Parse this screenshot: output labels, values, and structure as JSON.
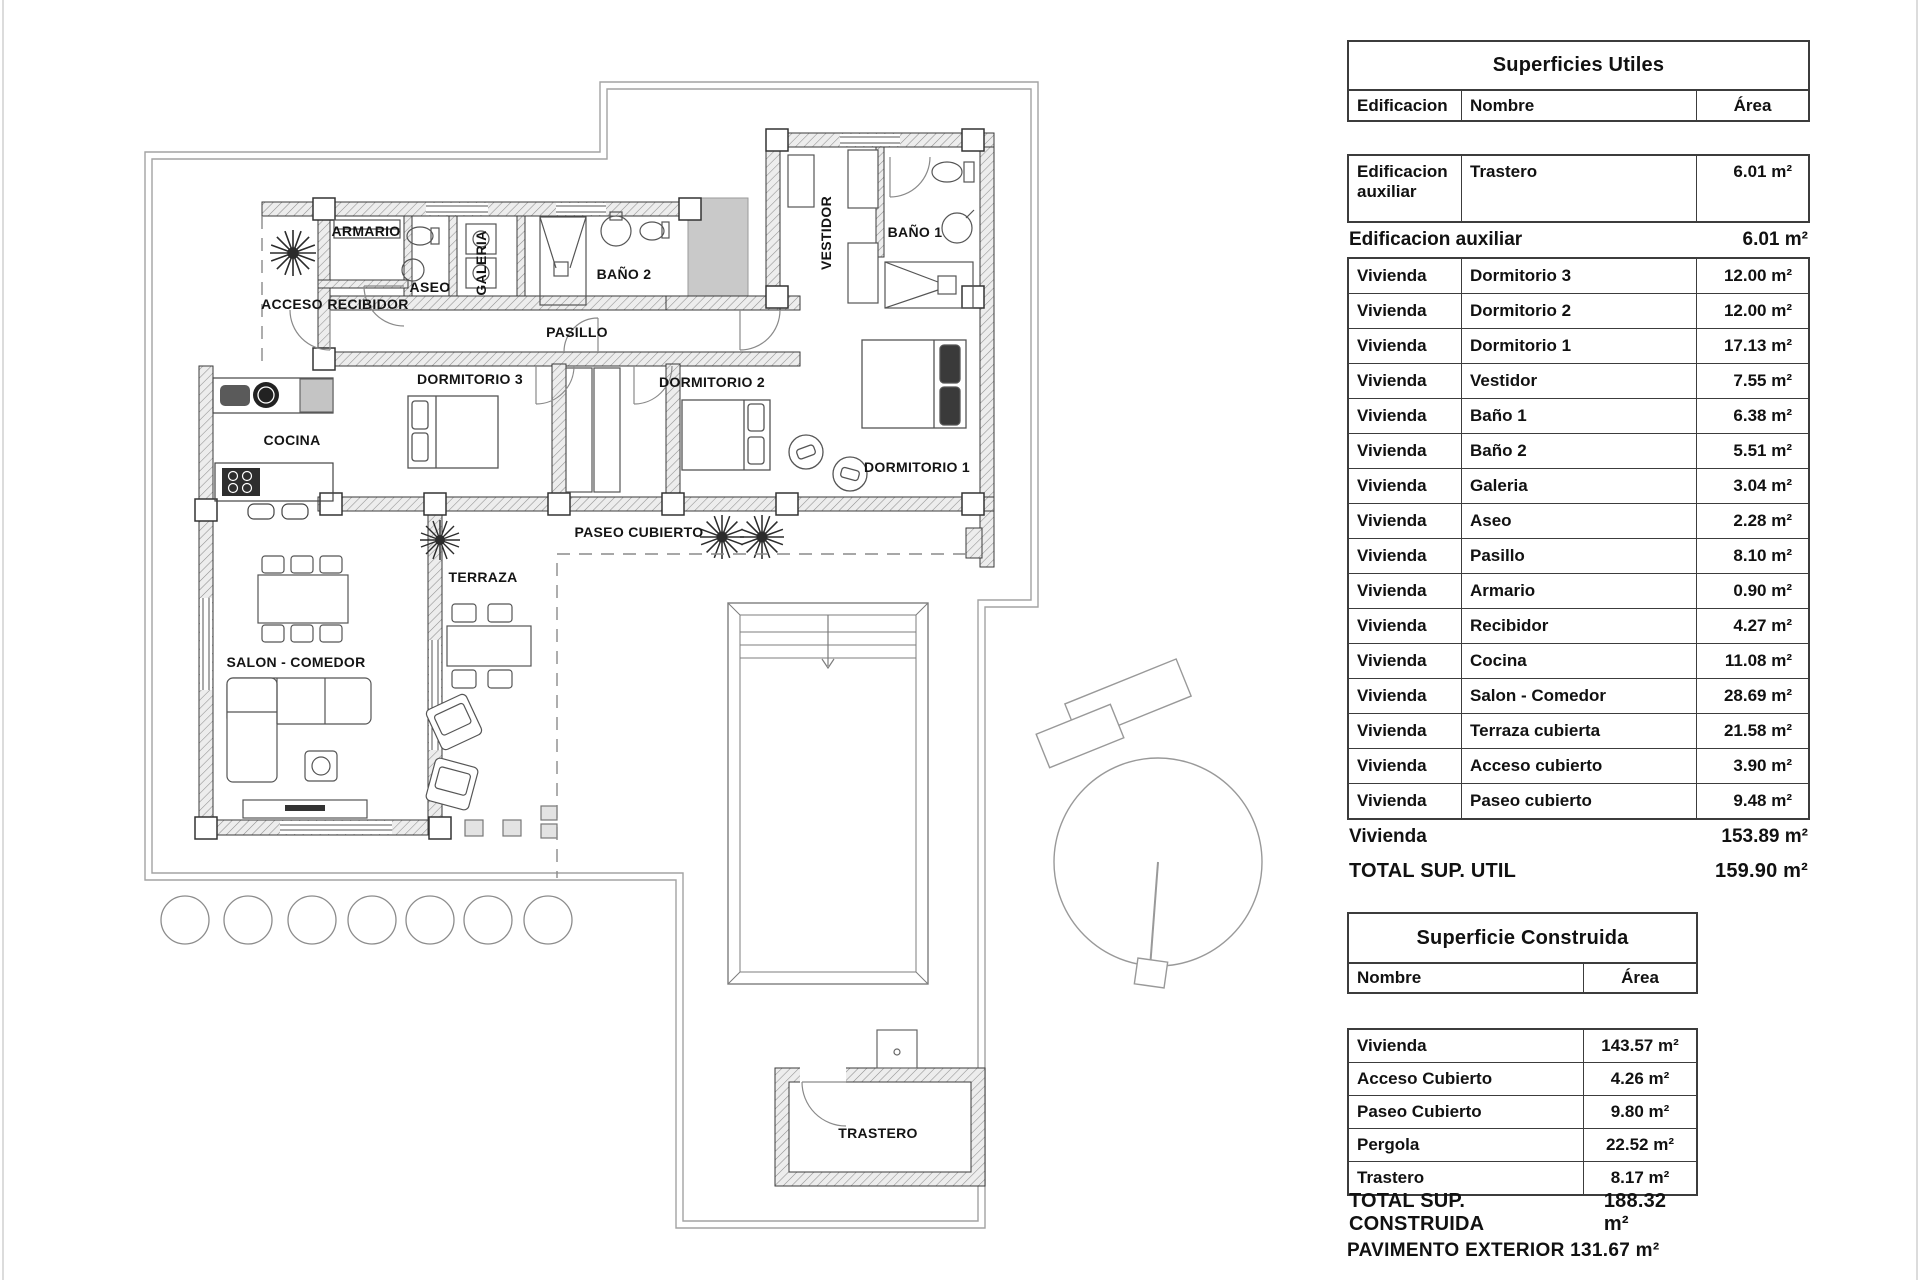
{
  "floor_plan": {
    "labels": {
      "armario": "ARMARIO",
      "acceso": "ACCESO",
      "recibidor": "RECIBIDOR",
      "aseo": "ASEO",
      "galeria": "GALERIA",
      "bano2": "BAÑO 2",
      "pasillo": "PASILLO",
      "vestidor": "VESTIDOR",
      "bano1": "BAÑO 1",
      "dormitorio3": "DORMITORIO 3",
      "dormitorio2": "DORMITORIO 2",
      "dormitorio1": "DORMITORIO 1",
      "cocina": "COCINA",
      "salon_comedor": "SALON - COMEDOR",
      "terraza": "TERRAZA",
      "paseo_cubierto": "PASEO CUBIERTO",
      "trastero": "TRASTERO"
    }
  },
  "superficies_utiles": {
    "title": "Superficies Utiles",
    "columns": {
      "edificacion": "Edificacion",
      "nombre": "Nombre",
      "area": "Área"
    },
    "aux_row": {
      "edificacion": "Edificacion auxiliar",
      "nombre": "Trastero",
      "area": "6.01 m²"
    },
    "aux_subtotal": {
      "label": "Edificacion auxiliar",
      "area": "6.01 m²"
    },
    "rows": [
      {
        "edificacion": "Vivienda",
        "nombre": "Dormitorio 3",
        "area": "12.00 m²"
      },
      {
        "edificacion": "Vivienda",
        "nombre": "Dormitorio 2",
        "area": "12.00 m²"
      },
      {
        "edificacion": "Vivienda",
        "nombre": "Dormitorio 1",
        "area": "17.13 m²"
      },
      {
        "edificacion": "Vivienda",
        "nombre": "Vestidor",
        "area": "7.55 m²"
      },
      {
        "edificacion": "Vivienda",
        "nombre": "Baño 1",
        "area": "6.38 m²"
      },
      {
        "edificacion": "Vivienda",
        "nombre": "Baño 2",
        "area": "5.51 m²"
      },
      {
        "edificacion": "Vivienda",
        "nombre": "Galeria",
        "area": "3.04 m²"
      },
      {
        "edificacion": "Vivienda",
        "nombre": "Aseo",
        "area": "2.28 m²"
      },
      {
        "edificacion": "Vivienda",
        "nombre": "Pasillo",
        "area": "8.10 m²"
      },
      {
        "edificacion": "Vivienda",
        "nombre": "Armario",
        "area": "0.90 m²"
      },
      {
        "edificacion": "Vivienda",
        "nombre": "Recibidor",
        "area": "4.27 m²"
      },
      {
        "edificacion": "Vivienda",
        "nombre": "Cocina",
        "area": "11.08 m²"
      },
      {
        "edificacion": "Vivienda",
        "nombre": "Salon - Comedor",
        "area": "28.69 m²"
      },
      {
        "edificacion": "Vivienda",
        "nombre": "Terraza cubierta",
        "area": "21.58 m²"
      },
      {
        "edificacion": "Vivienda",
        "nombre": "Acceso cubierto",
        "area": "3.90 m²"
      },
      {
        "edificacion": "Vivienda",
        "nombre": "Paseo cubierto",
        "area": "9.48 m²"
      }
    ],
    "vivienda_subtotal": {
      "label": "Vivienda",
      "area": "153.89 m²"
    },
    "total": {
      "label": "TOTAL SUP. UTIL",
      "area": "159.90 m²"
    }
  },
  "superficie_construida": {
    "title": "Superficie Construida",
    "columns": {
      "nombre": "Nombre",
      "area": "Área"
    },
    "rows": [
      {
        "nombre": "Vivienda",
        "area": "143.57 m²"
      },
      {
        "nombre": "Acceso Cubierto",
        "area": "4.26 m²"
      },
      {
        "nombre": "Paseo Cubierto",
        "area": "9.80 m²"
      },
      {
        "nombre": "Pergola",
        "area": "22.52 m²"
      },
      {
        "nombre": "Trastero",
        "area": "8.17 m²"
      }
    ],
    "total": {
      "label": "TOTAL SUP. CONSTRUIDA",
      "area": "188.32 m²"
    }
  },
  "footer": {
    "pavimento_exterior": "PAVIMENTO EXTERIOR 131.67 m²"
  }
}
